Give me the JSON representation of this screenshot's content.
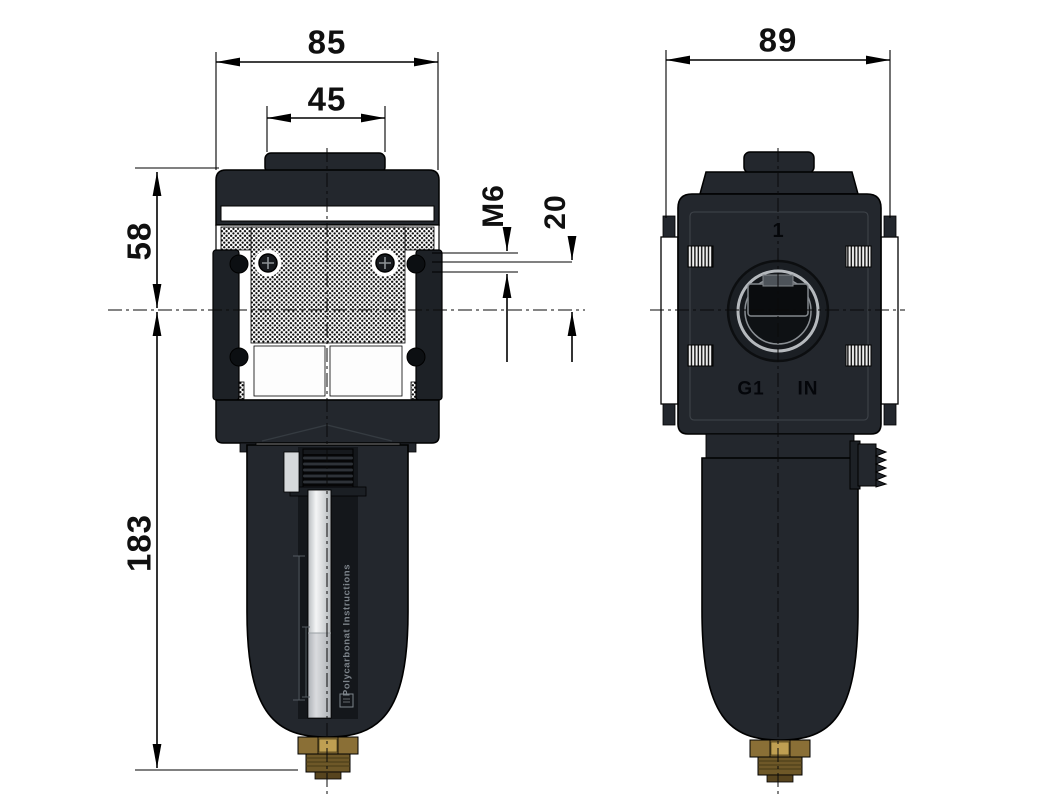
{
  "drawing": {
    "kind": "two-view technical drawing of a pneumatic air filter unit",
    "front_view": {
      "dim_width_total": "85",
      "dim_width_knob": "45",
      "dim_height_body": "58",
      "dim_height_bowl": "183",
      "label_thread": "M6",
      "dim_thread_offset": "20",
      "bowl_marking": "Polycarbonat Instructions"
    },
    "side_view": {
      "dim_width_total": "89",
      "marking_port_index": "1",
      "marking_port_thread": "G1",
      "marking_flow": "IN"
    },
    "colors": {
      "body": "#23272d",
      "outline": "#000000",
      "brass_drain": "#8a6f36",
      "sight_glass": "#e9ebec",
      "background": "#ffffff"
    }
  }
}
